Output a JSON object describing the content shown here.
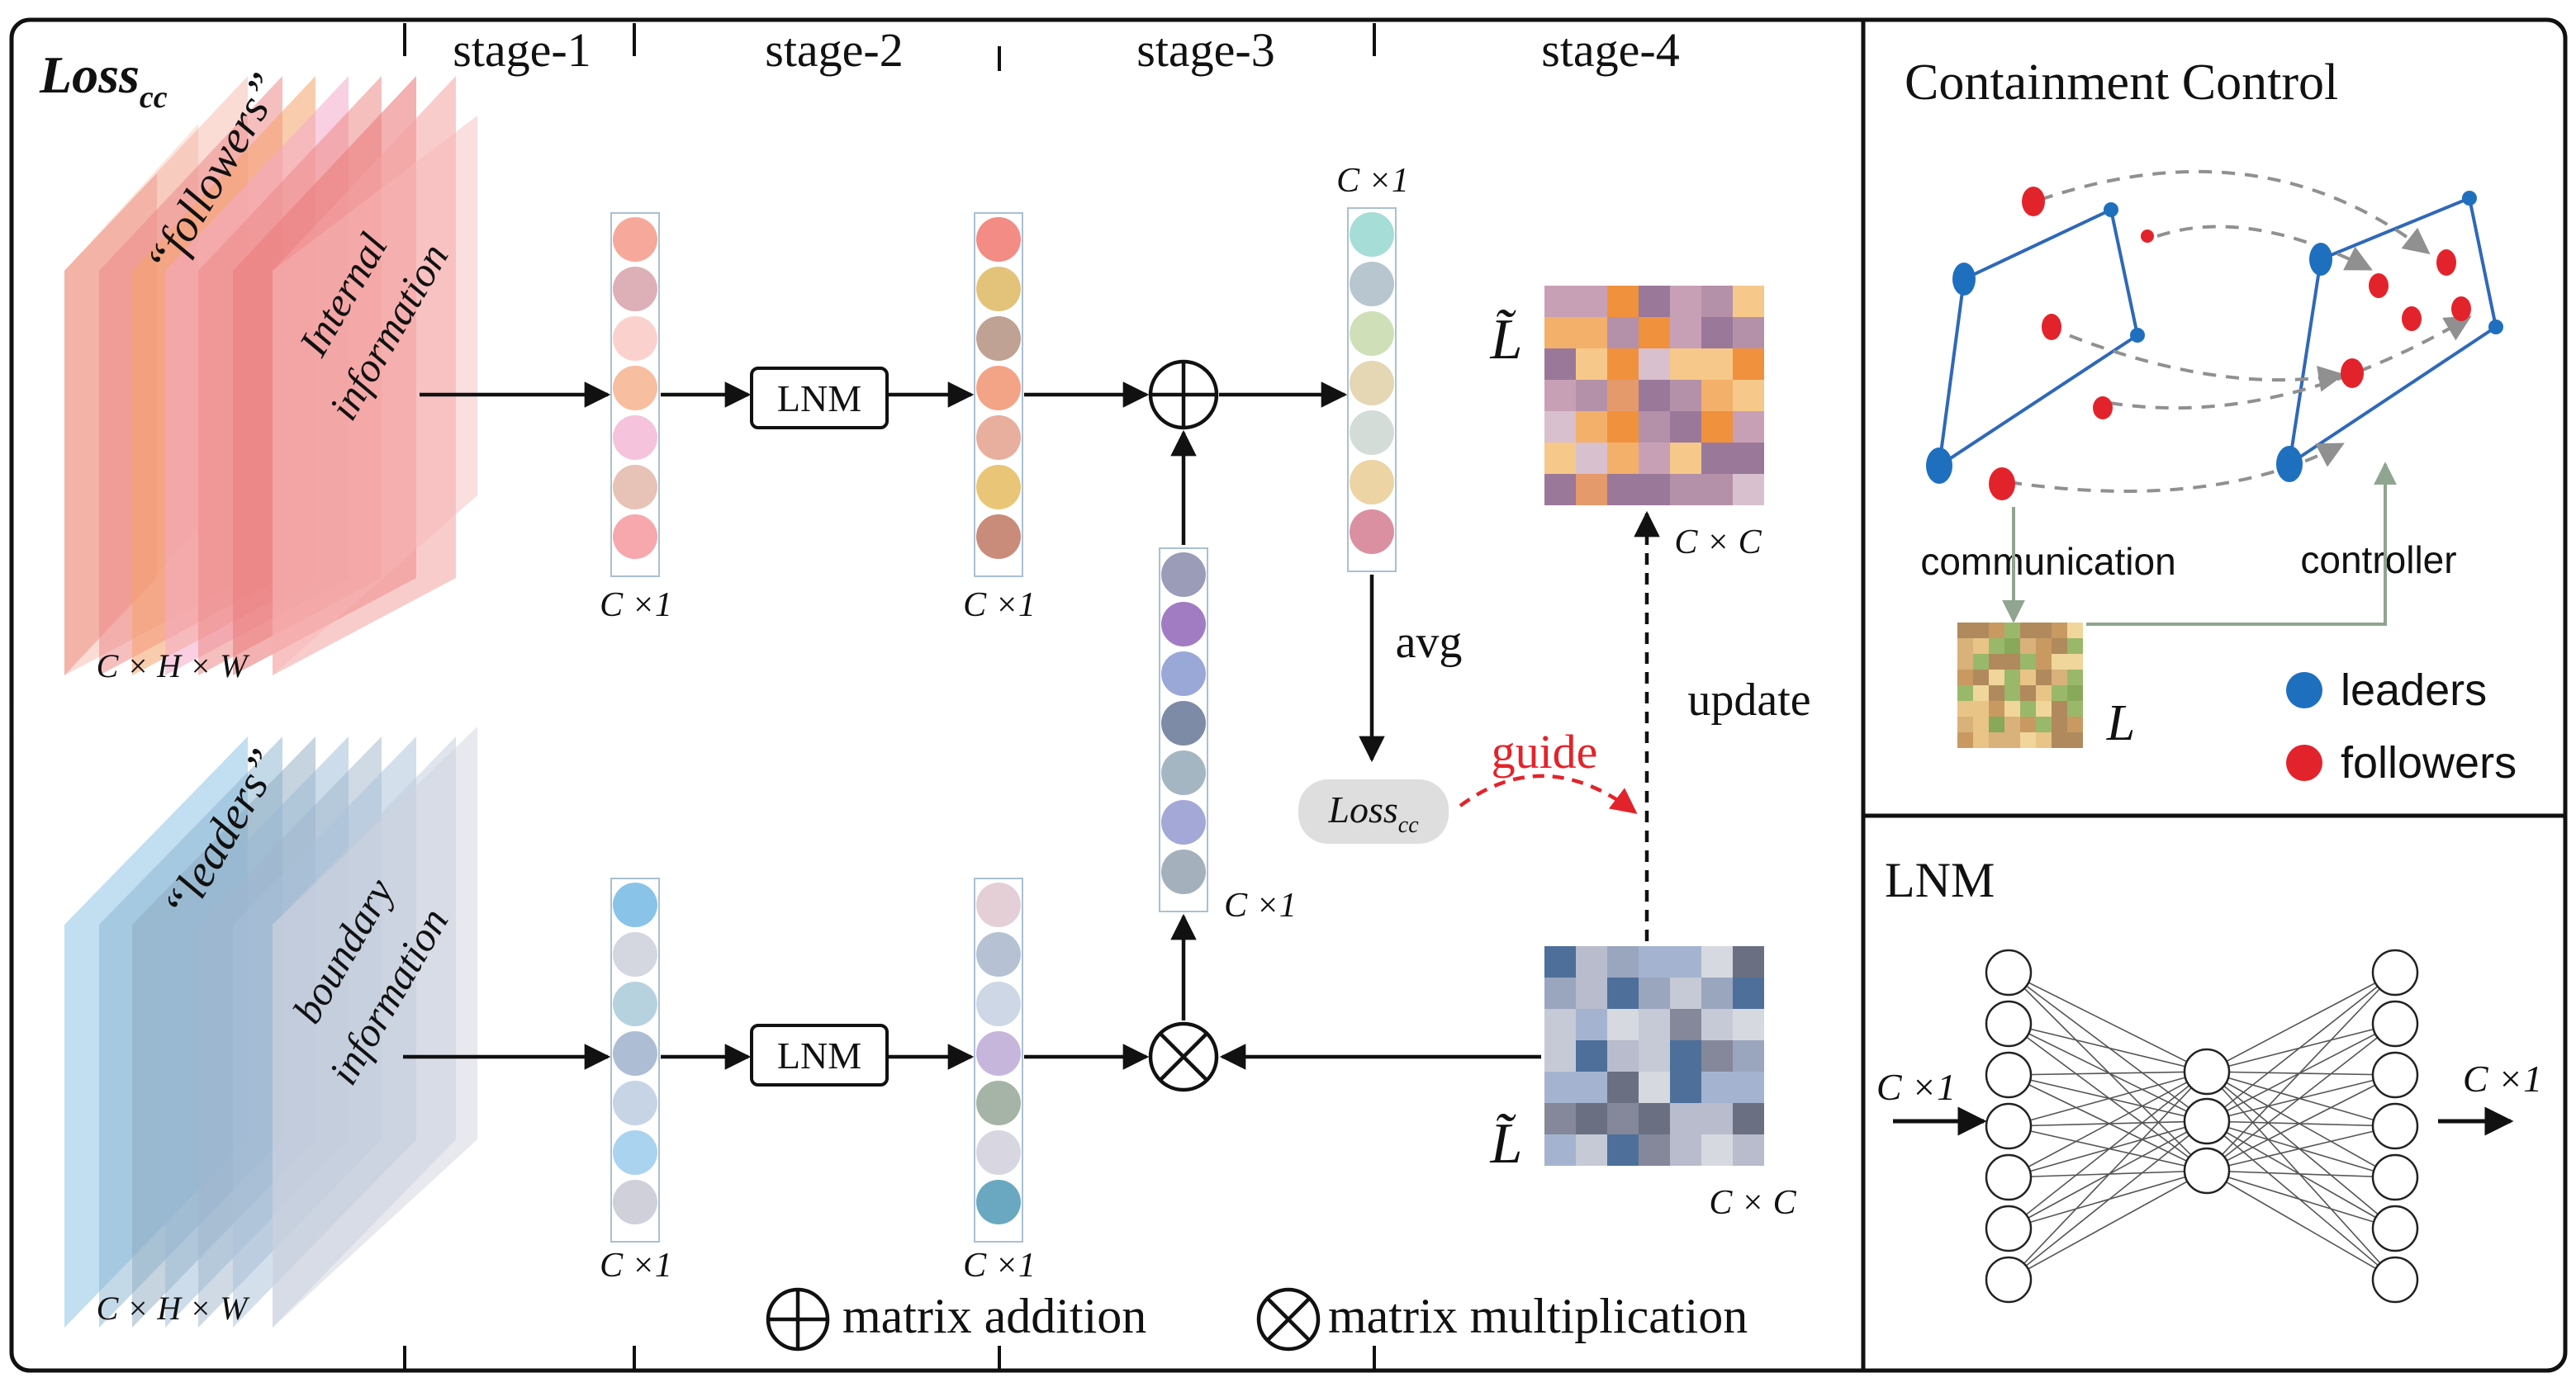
{
  "loss_title": {
    "main": "Loss",
    "sub": "cc"
  },
  "stages": [
    "stage-1",
    "stage-2",
    "stage-3",
    "stage-4"
  ],
  "followers_block": {
    "tag": "“followers”",
    "line1": "Internal",
    "line2": "information",
    "dims": "C × H × W"
  },
  "leaders_block": {
    "tag": "“leaders”",
    "line1": "boundary",
    "line2": "information",
    "dims": "C × H × W"
  },
  "vector_label": "C ×1",
  "matrix_label": "C × C",
  "lnm_box": "LNM",
  "avg_label": "avg",
  "update_label": "update",
  "guide_label": "guide",
  "loss_pill": {
    "main": "Loss",
    "sub": "cc"
  },
  "l_tilde": "L̃",
  "legend": {
    "addition": "matrix addition",
    "multiplication": "matrix multiplication"
  },
  "containment_panel": {
    "title": "Containment Control",
    "communication": "communication",
    "controller": "controller",
    "l_symbol": "L",
    "legend_leaders": "leaders",
    "legend_followers": "followers"
  },
  "lnm_panel": {
    "title": "LNM",
    "input_label": "C ×1",
    "output_label": "C ×1"
  },
  "colors": {
    "followers": "#e96a6a",
    "leaders": "#8fbde0",
    "leader_dot": "#1f6fbf",
    "follower_dot": "#e3232b",
    "guide": "#e3232b",
    "panel_border": "#111111"
  }
}
